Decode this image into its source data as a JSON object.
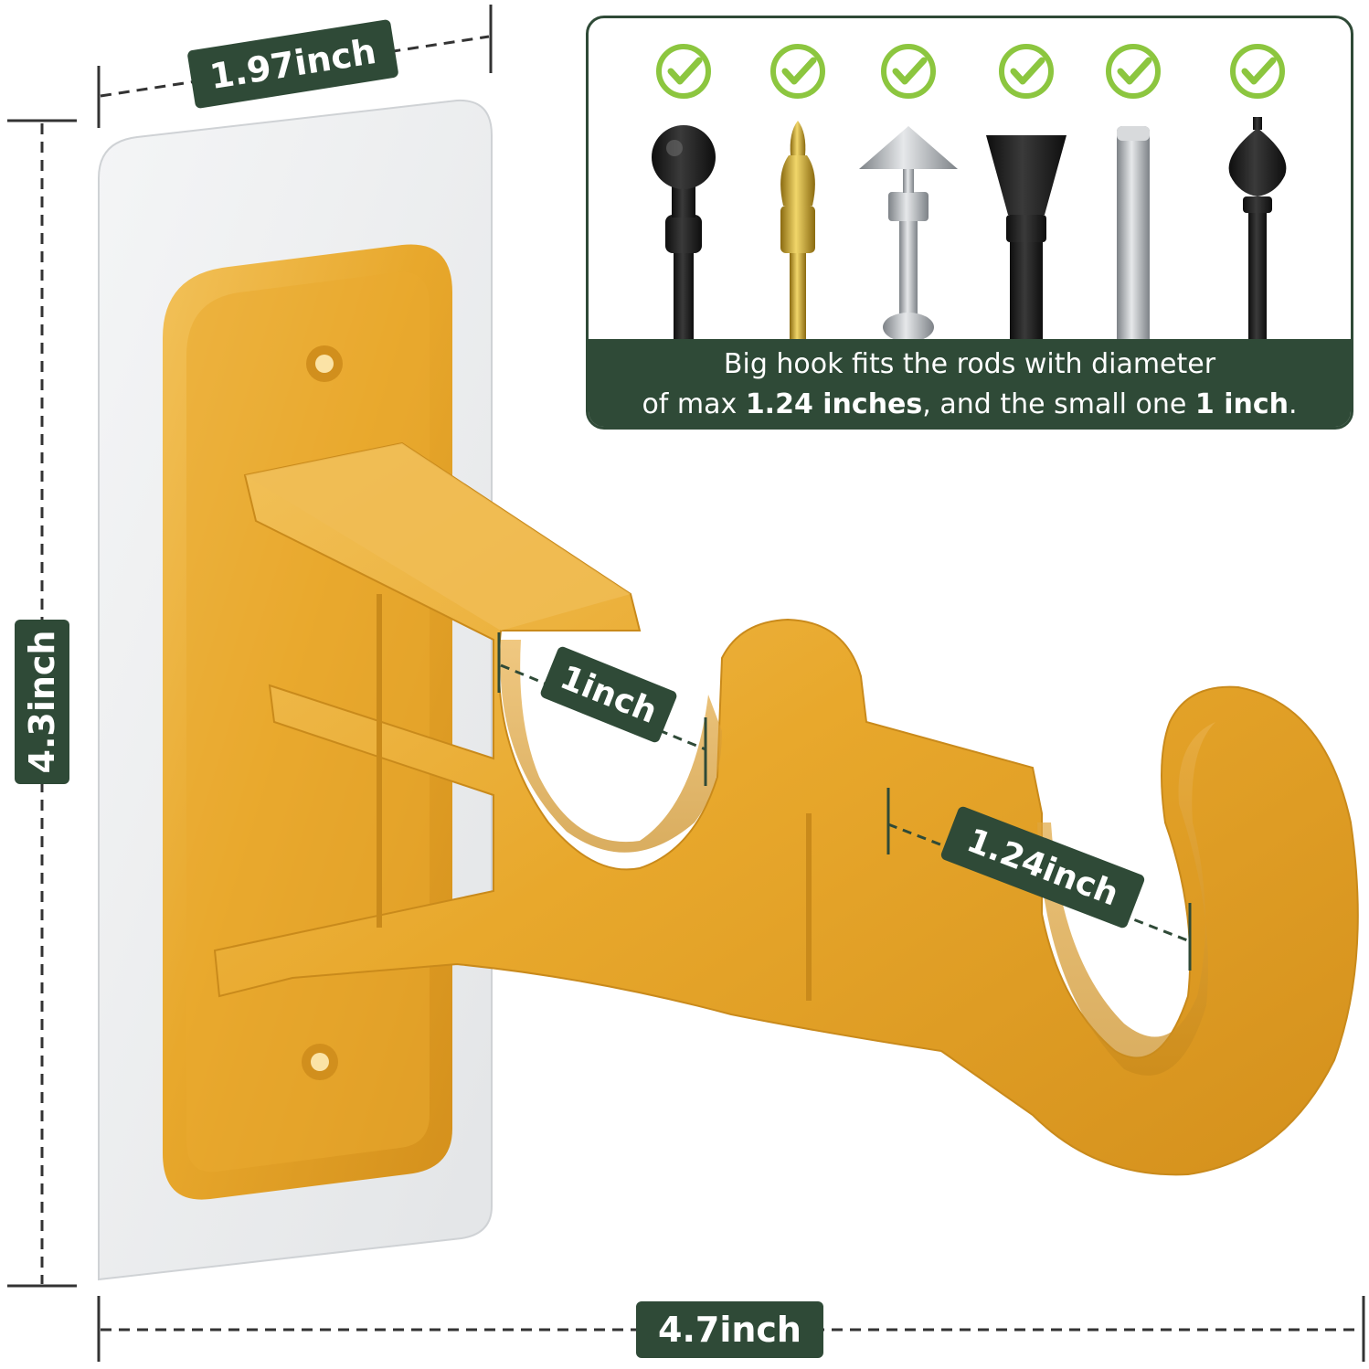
{
  "dimensions": {
    "width_label": "1.97inch",
    "height_label": "4.3inch",
    "length_label": "4.7inch",
    "small_hook_label": "1inch",
    "big_hook_label": "1.24inch"
  },
  "rods_panel": {
    "caption_line1": "Big hook fits the rods with diameter",
    "caption_line2_a": "of max ",
    "caption_line2_b": "1.24 inches",
    "caption_line2_c": ", and the small one ",
    "caption_line2_d": "1 inch",
    "caption_line2_e": ".",
    "rods": [
      {
        "name": "black-ball-rod",
        "color": "#1a1a1a",
        "check": "check-icon"
      },
      {
        "name": "brass-urn-rod",
        "color": "#c9a227",
        "check": "check-icon"
      },
      {
        "name": "silver-pyramid-rod",
        "color": "#9ea3a8",
        "check": "check-icon"
      },
      {
        "name": "black-trumpet-rod",
        "color": "#1a1a1a",
        "check": "check-icon"
      },
      {
        "name": "silver-plain-rod",
        "color": "#b8bcc0",
        "check": "check-icon"
      },
      {
        "name": "black-finial-rod",
        "color": "#1a1a1a",
        "check": "check-icon"
      }
    ]
  },
  "colors": {
    "accent_green": "#2f4a37",
    "check_green": "#8cc63f",
    "bracket_gold": "#e8a82c"
  }
}
